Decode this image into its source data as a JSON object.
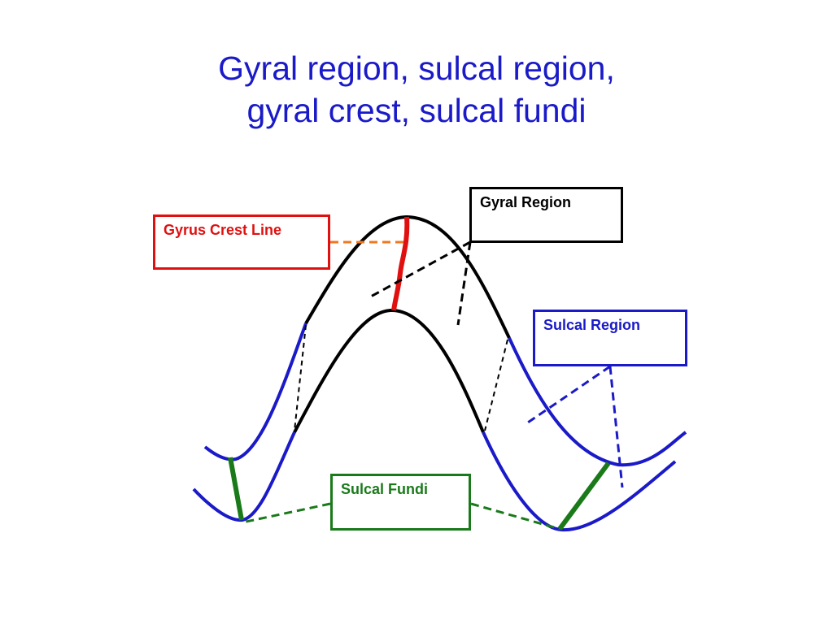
{
  "title": {
    "line1": "Gyral region, sulcal region,",
    "line2": "gyral crest, sulcal fundi"
  },
  "labels": {
    "gyral_region": "Gyral Region",
    "gyrus_crest_line": "Gyrus Crest Line",
    "sulcal_region": "Sulcal Region",
    "sulcal_fundi": "Sulcal Fundi"
  },
  "colors": {
    "title": "#1a1ac8",
    "gyral_region": "#000000",
    "sulcal_region": "#1a1ac8",
    "gyrus_crest": "#e01010",
    "sulcal_fundi": "#1a7a1a",
    "crest_connector": "#f07820"
  }
}
